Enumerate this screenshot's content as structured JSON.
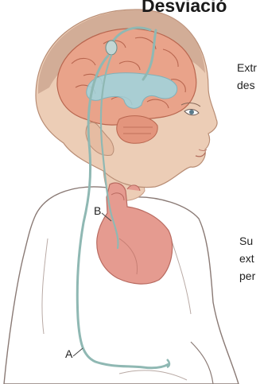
{
  "header": {
    "title": "Desviació"
  },
  "body_text": {
    "block_1": [
      "Extr",
      "des"
    ],
    "block_2": [
      "Su",
      "ext",
      "per"
    ]
  },
  "labels": {
    "a": "A",
    "b": "B"
  },
  "colors": {
    "skin": "#eccdb6",
    "skin_shadow": "#d9a98d",
    "brain": "#e9a38a",
    "brain_fold": "#c9755d",
    "ventricle": "#9fd6e0",
    "heart": "#e59b90",
    "tube": "#8fb8b3",
    "outline": "#6b5a55"
  }
}
